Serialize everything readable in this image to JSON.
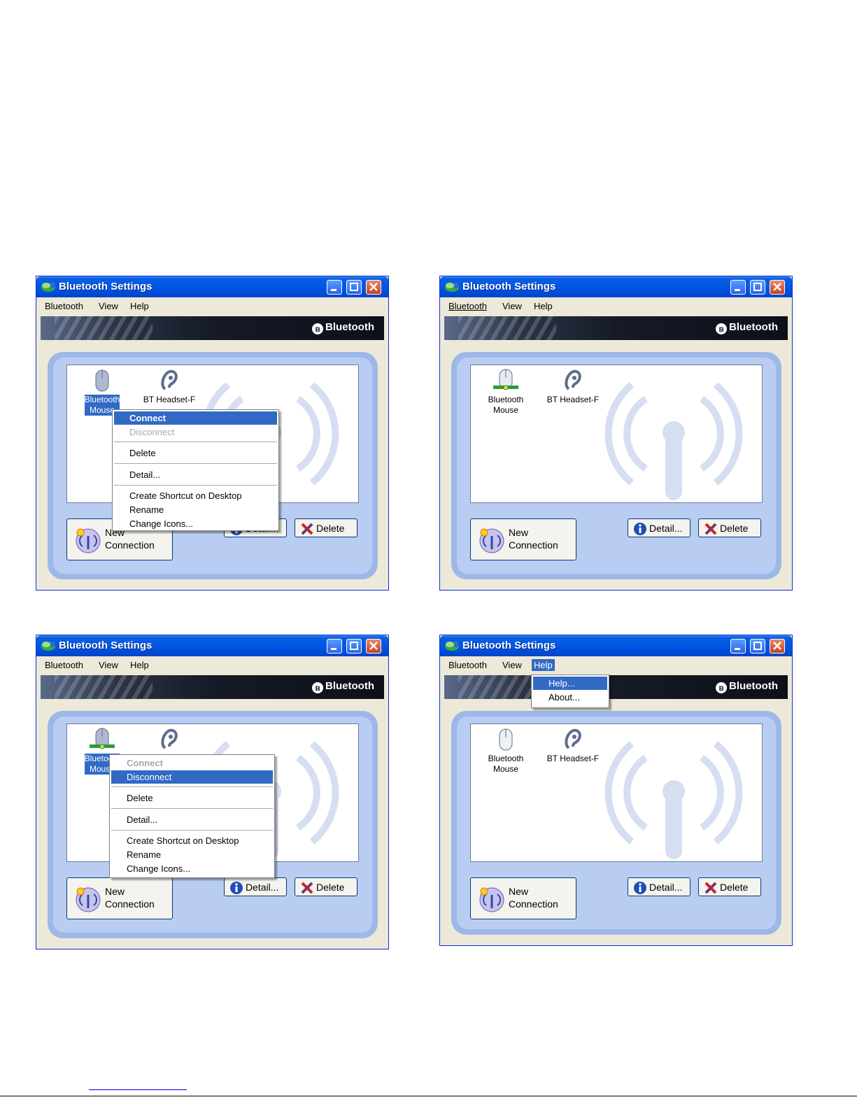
{
  "window": {
    "title": "Bluetooth Settings",
    "menu": [
      "Bluetooth",
      "View",
      "Help"
    ],
    "brand": "Bluetooth",
    "devices": [
      {
        "label_line1": "Bluetooth",
        "label_line2": "Mouse",
        "icon": "mouse-icon"
      },
      {
        "label_line1": "BT Headset-F",
        "label_line2": "",
        "icon": "headset-icon"
      }
    ],
    "buttons": {
      "new_line1": "New",
      "new_line2": "Connection",
      "detail": "Detail...",
      "delete": "Delete"
    }
  },
  "screen1": {
    "context_menu": {
      "connect": "Connect",
      "disconnect": "Disconnect",
      "delete": "Delete",
      "detail": "Detail...",
      "create_shortcut": "Create Shortcut on Desktop",
      "rename": "Rename",
      "change_icons": "Change Icons..."
    }
  },
  "screen3": {
    "context_menu": {
      "connect": "Connect",
      "disconnect": "Disconnect",
      "delete": "Delete",
      "detail": "Detail...",
      "create_shortcut": "Create Shortcut on Desktop",
      "rename": "Rename",
      "change_icons": "Change Icons..."
    }
  },
  "screen4": {
    "help_menu": {
      "help": "Help...",
      "about": "About..."
    }
  },
  "colors": {
    "titlebar": "#0055e5",
    "highlight": "#316ac5",
    "panel": "#9db8e8",
    "window_bg": "#ece9d8"
  }
}
